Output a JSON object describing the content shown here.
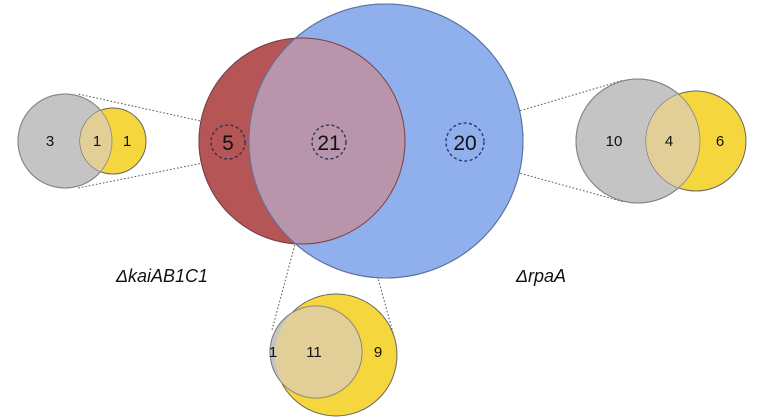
{
  "main_venn": {
    "set_a_label": "ΔkaiAB1C1",
    "set_b_label": "ΔrpaA",
    "only_a": "5",
    "both": "21",
    "only_b": "20",
    "colors": {
      "set_a": "#b55555",
      "set_b": "#8fb0ec",
      "overlap": "#b895ab"
    }
  },
  "insets": {
    "only_a": {
      "left": "3",
      "overlap": "1",
      "right": "1"
    },
    "both": {
      "left": "1",
      "overlap": "11",
      "right": "9"
    },
    "only_b": {
      "left": "10",
      "overlap": "4",
      "right": "6"
    },
    "colors": {
      "gray": "#c4c4c4",
      "yellow": "#f5d63d",
      "overlap": "#e2cf98"
    }
  }
}
